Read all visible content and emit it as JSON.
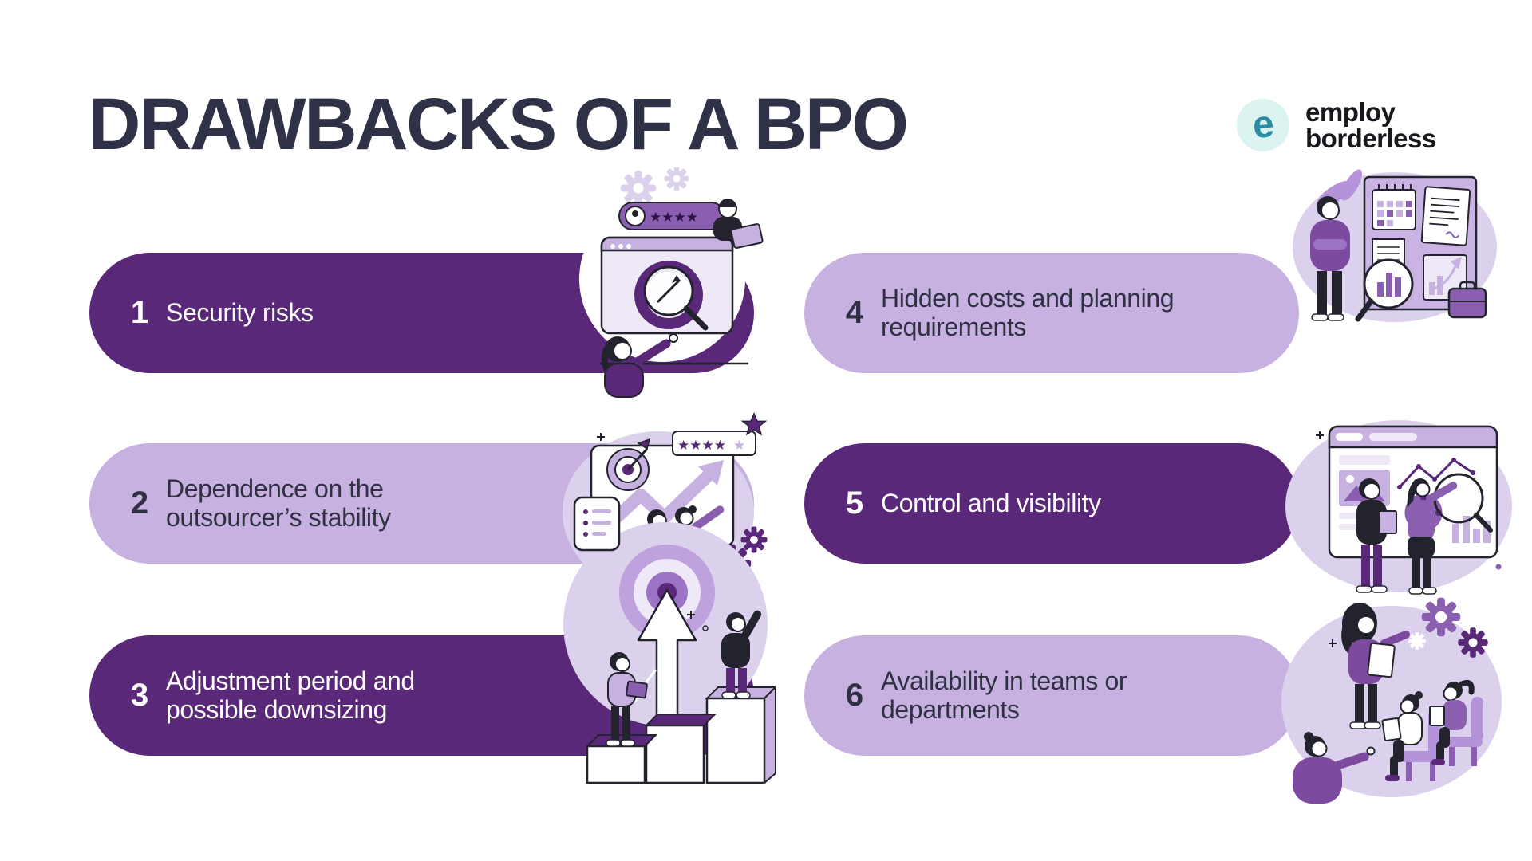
{
  "page": {
    "title": "DRAWBACKS OF A BPO"
  },
  "logo": {
    "icon_letter": "e",
    "brand_line1": "employ",
    "brand_line2": "borderless",
    "icon_color": "#2B8CA4",
    "icon_bg": "#DCF4F1"
  },
  "colors": {
    "dark_pill": "#5A2879",
    "light_pill": "#C6B1E1",
    "dark_text": "#2F3142",
    "light_text": "#FFFFFF",
    "illustration_lavender": "#DCD1EC",
    "illustration_mid_purple": "#8A5FB0"
  },
  "cards": [
    {
      "number": "1",
      "line1": "Security risks",
      "line2": "",
      "variant": "dark",
      "illustration": "security-risks"
    },
    {
      "number": "2",
      "line1": "Dependence on the",
      "line2": "outsourcer’s stability",
      "variant": "light",
      "illustration": "outsourcer-stability"
    },
    {
      "number": "3",
      "line1": "Adjustment period and",
      "line2": "possible downsizing",
      "variant": "dark",
      "illustration": "adjustment-downsizing"
    },
    {
      "number": "4",
      "line1": "Hidden costs and planning",
      "line2": "requirements",
      "variant": "light",
      "illustration": "hidden-costs-planning"
    },
    {
      "number": "5",
      "line1": "Control and visibility",
      "line2": "",
      "variant": "dark",
      "illustration": "control-visibility"
    },
    {
      "number": "6",
      "line1": "Availability in teams or",
      "line2": "departments",
      "variant": "light",
      "illustration": "teams-availability"
    }
  ]
}
